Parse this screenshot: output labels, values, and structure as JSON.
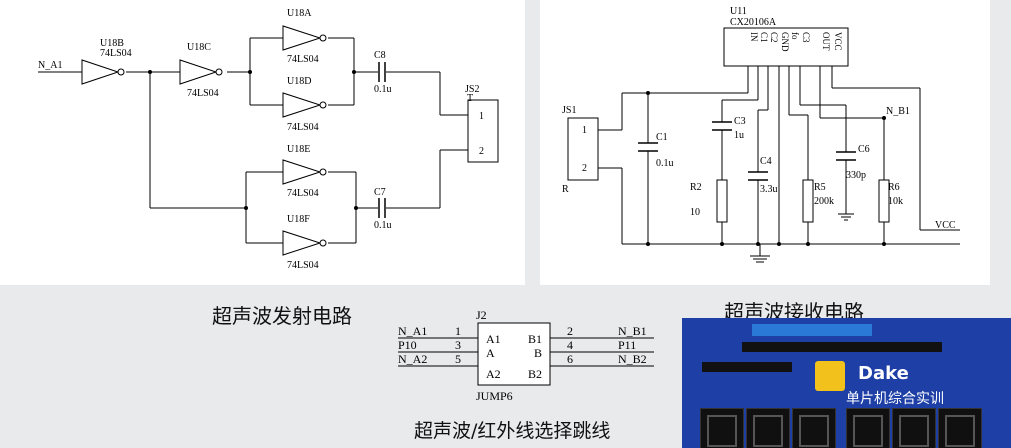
{
  "transmitter": {
    "caption": "超声波发射电路",
    "net_input": "N_A1",
    "gates": [
      {
        "ref": "U18B",
        "part": "74LS04"
      },
      {
        "ref": "U18C",
        "part": "74LS04"
      },
      {
        "ref": "U18A",
        "part": "74LS04"
      },
      {
        "ref": "U18D",
        "part": "74LS04"
      },
      {
        "ref": "U18E",
        "part": "74LS04"
      },
      {
        "ref": "U18F",
        "part": "74LS04"
      }
    ],
    "c8": {
      "ref": "C8",
      "value": "0.1u"
    },
    "c7": {
      "ref": "C7",
      "value": "0.1u"
    },
    "connector": {
      "ref": "JS2",
      "type": "T",
      "pin1": "1",
      "pin2": "2"
    }
  },
  "receiver": {
    "caption": "超声波接收电路",
    "ic_ref": "U11",
    "ic_part": "CX20106A",
    "ic_pins": [
      "IN",
      "C1",
      "C2",
      "GND",
      "fo",
      "C3",
      "OUT",
      "VCC"
    ],
    "connector": {
      "ref": "JS1",
      "type": "R",
      "pin1": "1",
      "pin2": "2"
    },
    "c1": {
      "ref": "C1",
      "value": "0.1u"
    },
    "r2": {
      "ref": "R2",
      "value": "10"
    },
    "c3": {
      "ref": "C3",
      "value": "1u"
    },
    "c4": {
      "ref": "C4",
      "value": "3.3u"
    },
    "r5": {
      "ref": "R5",
      "value": "200k"
    },
    "c6": {
      "ref": "C6",
      "value": "330p"
    },
    "r6": {
      "ref": "R6",
      "value": "10k"
    },
    "net_out": "N_B1",
    "net_vcc": "VCC"
  },
  "jumper": {
    "caption": "超声波/红外线选择跳线",
    "ref": "J2",
    "part": "JUMP6",
    "rows": [
      {
        "left_net": "N_A1",
        "left_pin": "1",
        "left_label": "A1",
        "right_label": "B1",
        "right_pin": "2",
        "right_net": "N_B1"
      },
      {
        "left_net": "P10",
        "left_pin": "3",
        "left_label": "A",
        "right_label": "B",
        "right_pin": "4",
        "right_net": "P11"
      },
      {
        "left_net": "N_A2",
        "left_pin": "5",
        "left_label": "A2",
        "right_label": "B2",
        "right_pin": "6",
        "right_net": "N_B2"
      }
    ]
  },
  "photo": {
    "brand": "Dake",
    "subtitle": "单片机综合实训"
  }
}
